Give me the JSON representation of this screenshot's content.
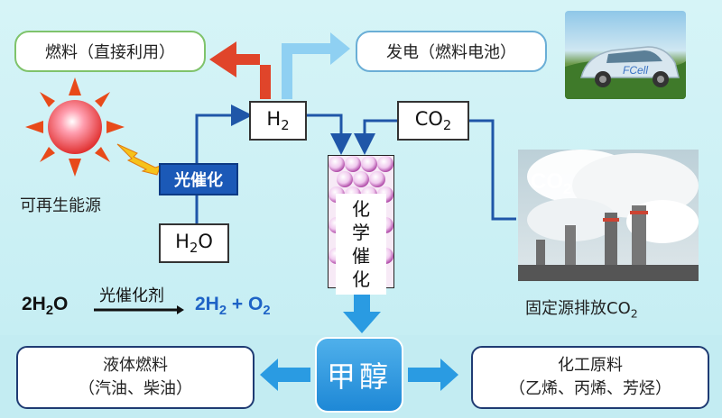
{
  "labels": {
    "fuel_direct": "燃料（直接利用）",
    "power_gen": "发电（燃料电池）",
    "renewable": "可再生能源",
    "photocatalysis": "光催化",
    "fixed_source": "固定源排放CO",
    "fixed_source_sub": "2",
    "car_badge": "FCell"
  },
  "molecules": {
    "h2": "H",
    "h2_sub": "2",
    "co2": "CO",
    "co2_sub": "2",
    "h2o": "H",
    "h2o_sub": "2",
    "h2o_tail": "O",
    "factory_co2": "CO",
    "factory_co2_sub": "2"
  },
  "reactor": {
    "label_chars": [
      "化",
      "学",
      "催",
      "化"
    ]
  },
  "equation": {
    "left_coef": "2H",
    "left_sub": "2",
    "left_tail": "O",
    "catalyst": "光催化剂",
    "right_a": "2H",
    "right_a_sub": "2",
    "plus": "+",
    "right_b": "O",
    "right_b_sub": "2"
  },
  "methanol": "甲醇",
  "outputs": {
    "liquid_title": "液体燃料",
    "liquid_sub": "（汽油、柴油）",
    "chem_title": "化工原料",
    "chem_sub": "（乙烯、丙烯、芳烃）"
  },
  "colors": {
    "red_arrow": "#e0452a",
    "blue_arrow": "#8fd0f2",
    "line_blue": "#1f56a8",
    "methanol_blue": "#1e88d6",
    "equation_blue": "#1e63c6"
  }
}
